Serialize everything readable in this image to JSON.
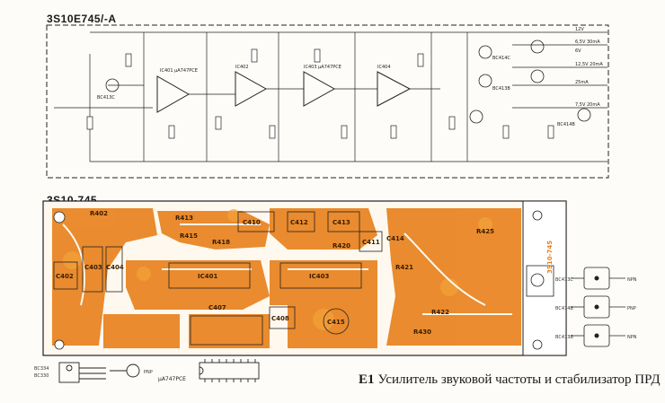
{
  "schematic": {
    "title": "3S10E745/-A",
    "ics": [
      "IC401 μA747PCE",
      "IC402",
      "IC403 μA747PCE",
      "IC404"
    ],
    "outputs": [
      "12V",
      "6,5V 30mA",
      "6V",
      "12,5V 20mA",
      "25mA",
      "7,5V 20mA"
    ],
    "transistors": [
      "BC413C",
      "BC414C",
      "BC413B",
      "BC414B"
    ]
  },
  "pcb": {
    "title": "3S10-745",
    "labels": [
      "C410",
      "C412",
      "C413",
      "C411",
      "C414",
      "IC401",
      "IC403",
      "C407",
      "C408",
      "C415",
      "C402",
      "C403",
      "C404",
      "R402",
      "R413",
      "R415",
      "R418",
      "R420",
      "R421",
      "R422",
      "R425",
      "R430"
    ],
    "board_id": "3S10-745"
  },
  "legend": {
    "transistors": [
      {
        "name": "BC413C",
        "type": "NPN"
      },
      {
        "name": "BC414B",
        "type": "PNP"
      },
      {
        "name": "BC413B",
        "type": "NPN"
      }
    ],
    "bottom_left_parts": [
      "BC334",
      "BC330"
    ],
    "bottom_left_type": "PNP",
    "ic_package": "μA747PCE"
  },
  "caption": {
    "number": "E1",
    "text": "Усилитель звуковой частоты и стабилизатор ПРД"
  },
  "colors": {
    "pcb_copper": "#e8821e",
    "pcb_bright": "#f2a23a",
    "ink": "#222222"
  }
}
